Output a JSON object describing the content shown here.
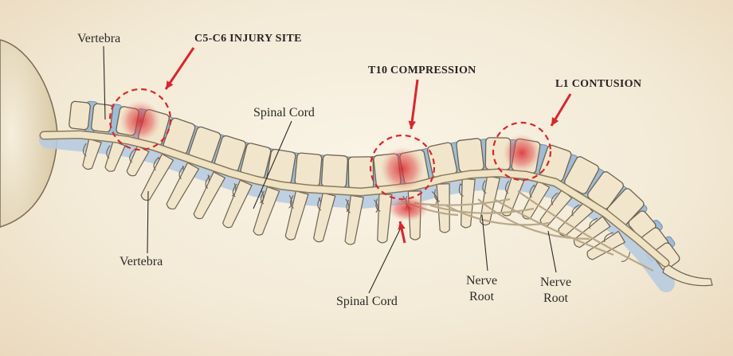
{
  "labels": {
    "vertebra_top": "Vertebra",
    "vertebra_bottom": "Vertebra",
    "spinal_cord_top": "Spinal Cord",
    "spinal_cord_bottom": "Spinal Cord",
    "nerve_root_1_line1": "Nerve",
    "nerve_root_1_line2": "Root",
    "nerve_root_2_line1": "Nerve",
    "nerve_root_2_line2": "Root"
  },
  "injuries": {
    "c5c6": "C5-C6 INJURY SITE",
    "t10": "T10 COMPRESSION",
    "l1": "L1 CONTUSION"
  },
  "colors": {
    "bone": "#f1e6cc",
    "bone_outline": "#6d6250",
    "disc": "#9fbcd6",
    "cord": "#efe3c3",
    "injury": "#d9262c"
  }
}
